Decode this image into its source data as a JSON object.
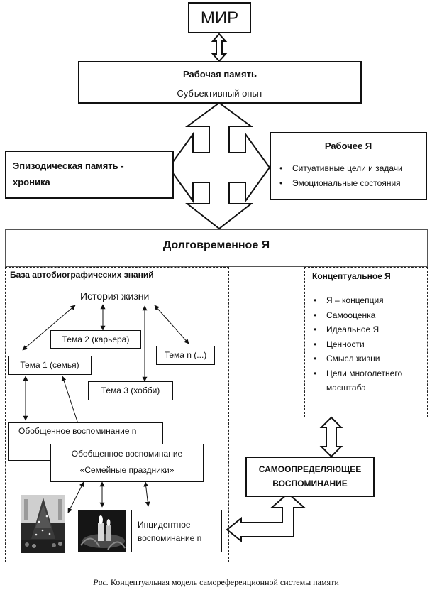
{
  "nodes": {
    "world": "МИР",
    "working_memory_title": "Рабочая память",
    "working_memory_sub": "Субъективный опыт",
    "episodic": [
      "Эпизодическая память -",
      "хроника"
    ],
    "working_self_title": "Рабочее Я",
    "working_self_items": [
      "Ситуативные цели и задачи",
      "Эмоциональные состояния"
    ],
    "longterm_self": "Долговременное Я",
    "autobio_base": "База автобиографических знаний",
    "life_story": "История жизни",
    "theme2": "Тема 2 (карьера)",
    "theme1": "Тема 1 (семья)",
    "theme_n": "Тема n (...)",
    "theme3": "Тема 3 (хобби)",
    "general_memory_n": "Обобщенное воспоминание n",
    "general_memory_title": "Обобщенное воспоминание",
    "general_memory_sub": "«Семейные праздники»",
    "incident_memory": [
      "Инцидентное",
      "воспоминание n"
    ],
    "conceptual_self_title": "Концептуальное Я",
    "conceptual_self_items": [
      "Я – концепция",
      "Самооценка",
      "Идеальное Я",
      "Ценности",
      "Смысл жизни",
      "Цели многолетнего масштаба"
    ],
    "self_defining": [
      "САМООПРЕДЕЛЯЮЩЕЕ",
      "ВОСПОМИНАНИЕ"
    ]
  },
  "caption": {
    "prefix": "Рис.",
    "text": " Концептуальная модель самореференционной системы памяти"
  }
}
